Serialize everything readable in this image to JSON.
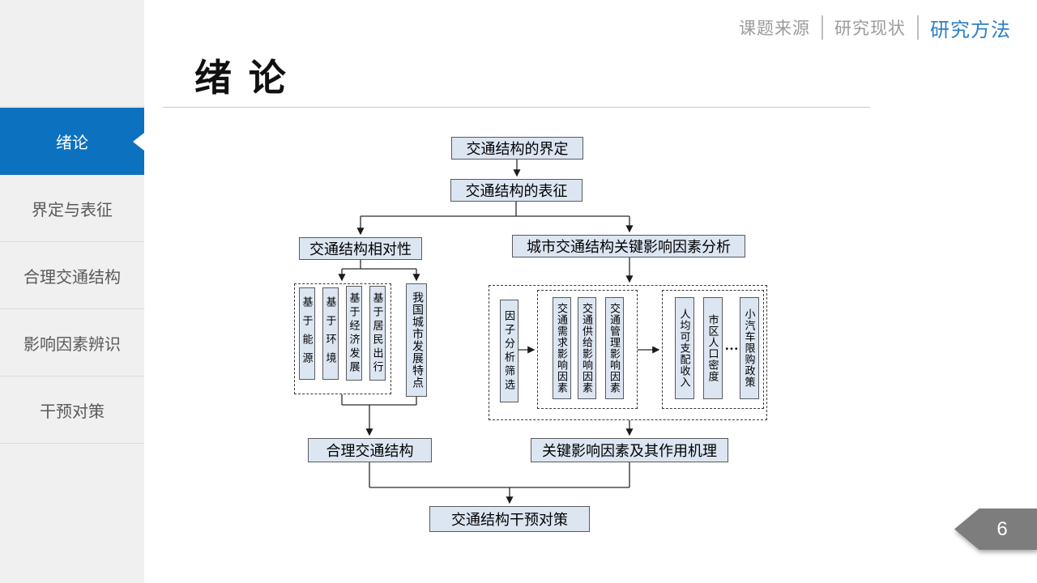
{
  "top_nav": {
    "items": [
      {
        "label": "课题来源",
        "active": false
      },
      {
        "label": "研究现状",
        "active": false
      },
      {
        "label": "研究方法",
        "active": true
      }
    ]
  },
  "sidebar": {
    "items": [
      {
        "label": "绪论",
        "active": true
      },
      {
        "label": "界定与表征",
        "active": false
      },
      {
        "label": "合理交通结构",
        "active": false
      },
      {
        "label": "影响因素辨识",
        "active": false
      },
      {
        "label": "干预对策",
        "active": false
      }
    ]
  },
  "header": {
    "title": "绪 论"
  },
  "page_indicator": {
    "number": "6"
  },
  "colors": {
    "sidebar_active_blue": "#0c72bf",
    "nav_active_blue": "#2e80c4",
    "nav_inactive_gray": "#9b9b9b",
    "flow_box_fill": "#dce6f2",
    "banner_gray": "#7d7d7d",
    "sidebar_bg": "#f0f0f1"
  },
  "flowchart": {
    "nodes": {
      "jieding": "交通结构的界定",
      "biaozheng": "交通结构的表征",
      "xiangduixing": "交通结构相对性",
      "chengshi_fenxi": "城市交通结构关键影响因素分析",
      "jiyu_nengyuan": "基于能源",
      "jiyu_huanjing": "基于环境",
      "jiyu_jingji": "基于经济发展",
      "jiyu_jumin": "基于居民出行",
      "woguo_tedian": "我国城市发展特点",
      "yinzi_shaixuan": "因子分析筛选",
      "xuqiu_yinsu": "交通需求影响因素",
      "gongji_yinsu": "交通供给影响因素",
      "guanli_yinsu": "交通管理影响因素",
      "renjun_shouru": "人均可支配收入",
      "shiqu_midu": "市区人口密度",
      "xiaoqiche_zhengce": "小汽车限购政策",
      "heli_jiegou": "合理交通结构",
      "guanjian_jili": "关键影响因素及其作用机理",
      "ganyu_duice": "交通结构干预对策"
    },
    "ellipsis": "···"
  }
}
